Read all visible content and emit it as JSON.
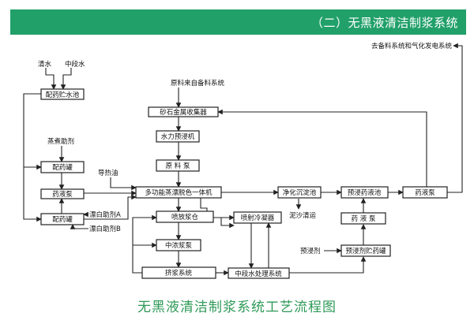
{
  "header": {
    "title": "（二）无黑液清洁制浆系统"
  },
  "footer": {
    "caption": "无黑液清洁制浆系统工艺流程图"
  },
  "colors": {
    "header_bg": "#21a06a",
    "caption": "#2e9a57"
  },
  "nodes": {
    "peiyao_chushuichi": "配药贮水池",
    "peiyao_guan_1": "配药罐",
    "yaoye_beng_left": "药液泵",
    "peiyao_guan_2": "配药罐",
    "shashi_jinshu": "砂石金属收集器",
    "shuili_yujin": "水力预浸机",
    "yuanliao_beng": "原 料 泵",
    "duogongneng": "多功能蒸漂脱色一体机",
    "penfang_jiangcang": "喷放浆仓",
    "zhongnong_jiangbeng": "中浓浆泵",
    "jijiang_xitong": "挤浆系统",
    "penshe_lengningqi": "喷射冷凝器",
    "zhongduanshui_chuli": "中段水处理系统",
    "jinghua_chendianchi": "净化沉淀池",
    "yujin_yaoyechi": "预浸药液池",
    "yaoye_beng_right": "药液泵",
    "yaoye_beng_mid": "药 液 泵",
    "yujinji_zhuyaoguan": "预浸剂贮药罐"
  },
  "labels": {
    "qingshui": "清水",
    "zhongduanshui": "中段水",
    "zhengzhu_zhuji": "蒸煮助剂",
    "daoreyou": "导热油",
    "piaobai_a": "漂白助剂A",
    "piaobai_b": "漂白助剂B",
    "yuanliao_source": "原料来自备料系统",
    "nisha_qingyun": "泥沙清运",
    "yujinji": "预浸剂",
    "to_beiliao": "去备料系统和气化发电系统"
  }
}
